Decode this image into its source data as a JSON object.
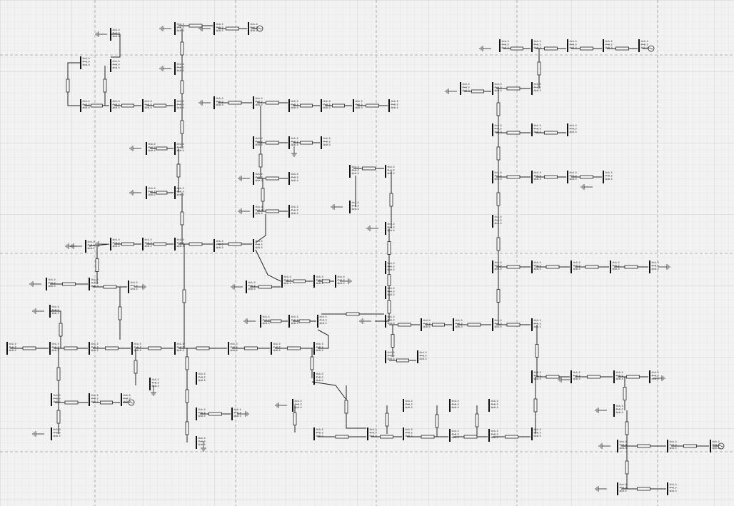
{
  "diagram": {
    "type": "power-distribution-schematic",
    "background_color": "#f2f2f2",
    "grid_minor_color": "#dcdcdc",
    "grid_major_color": "#bdbdbd",
    "wire_color": "#222222",
    "node_label_lines": [
      "V=1.0",
      "P=0.0",
      "Q=0.0"
    ],
    "element_kinds": [
      "bus",
      "line-resistor",
      "ground",
      "source-generator"
    ]
  }
}
